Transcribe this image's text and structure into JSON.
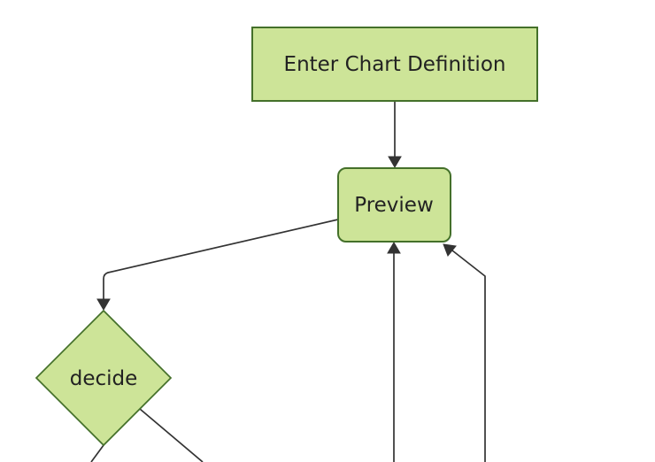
{
  "diagram": {
    "type": "flowchart",
    "direction": "top-down",
    "nodes": [
      {
        "id": "enter-chart-definition",
        "label": "Enter Chart Definition",
        "shape": "rectangle"
      },
      {
        "id": "preview",
        "label": "Preview",
        "shape": "rounded-rectangle"
      },
      {
        "id": "decide",
        "label": "decide",
        "shape": "diamond"
      }
    ],
    "edges": [
      {
        "from": "enter-chart-definition",
        "to": "preview",
        "arrowhead": true
      },
      {
        "from": "preview",
        "to": "decide",
        "arrowhead": true
      },
      {
        "from": "offscreen-bottom",
        "to": "preview",
        "arrowhead": true
      },
      {
        "from": "offscreen-bottom-right",
        "to": "preview",
        "arrowhead": true
      },
      {
        "from": "decide",
        "to": "offscreen-bottom-left",
        "arrowhead": false
      },
      {
        "from": "decide",
        "to": "offscreen-bottom-right",
        "arrowhead": false
      }
    ]
  },
  "colors": {
    "background": "#ffffff",
    "node_fill": "#cde498",
    "node_border": "#44702a",
    "edge_line": "#333333",
    "arrowhead": "#333333",
    "label_text": "#222222"
  }
}
